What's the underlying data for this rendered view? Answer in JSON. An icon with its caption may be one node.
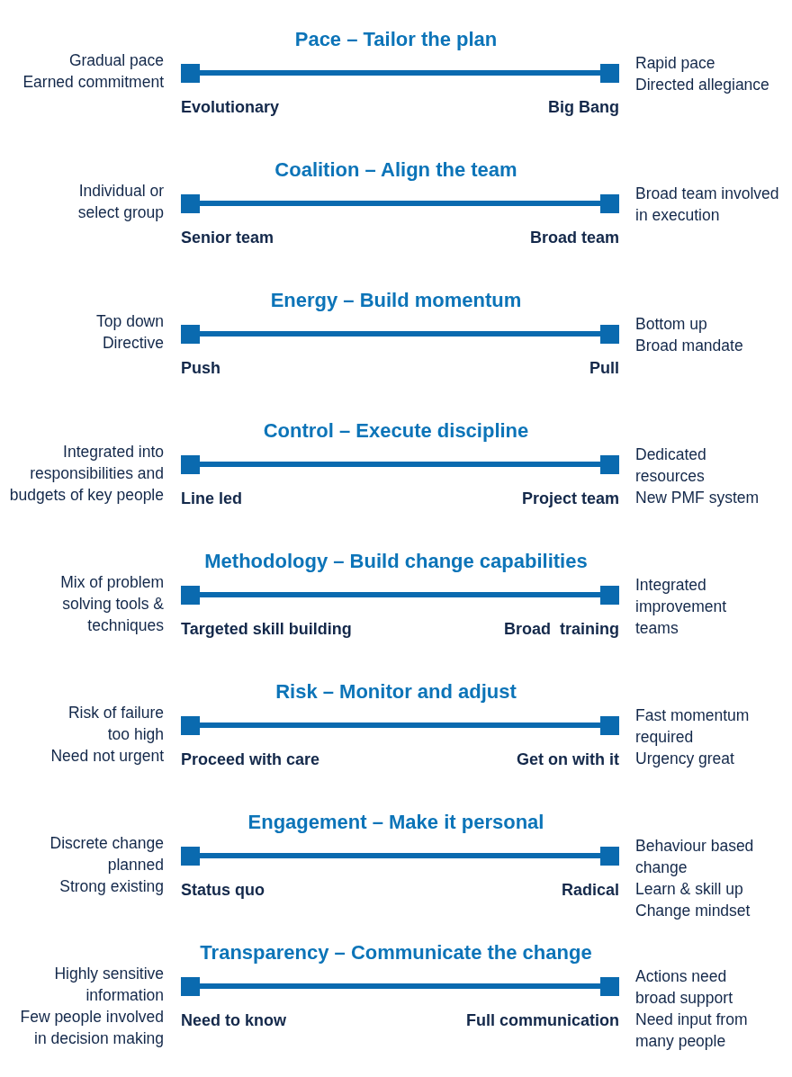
{
  "diagram": {
    "nodes": [
      {
        "text": [
          "Evolutionary"
        ],
        "beside": [
          "Gradual pace",
          "Earned commitment"
        ]
      },
      {
        "text": [
          "Big Bang"
        ],
        "beside": [
          "Rapid pace",
          "Directed allegiance"
        ]
      },
      {
        "text": [
          "Senior team"
        ],
        "beside": [
          "Individual or select group"
        ]
      },
      {
        "text": [
          "Broad team"
        ],
        "beside": [
          "Broad team involved in execution"
        ]
      },
      {
        "text": [
          "Push"
        ],
        "beside": [
          "Top down",
          "Directive"
        ]
      },
      {
        "text": [
          "Pull"
        ],
        "beside": [
          "Bottom up",
          "Broad mandate"
        ]
      },
      {
        "text": [
          "Line led"
        ],
        "beside": [
          "Integrated into responsibilities and budgets of key people"
        ]
      },
      {
        "text": [
          "Project team"
        ],
        "beside": [
          "Dedicated resources",
          "New PMF system"
        ]
      },
      {
        "text": [
          "Targeted skill building"
        ],
        "beside": [
          "Mix of problem solving tools & techniques"
        ]
      },
      {
        "text": [
          "Broad  training"
        ],
        "beside": [
          "Integrated improvement teams"
        ]
      },
      {
        "text": [
          "Proceed with care"
        ],
        "beside": [
          "Risk of failure too high",
          "Need not urgent"
        ]
      },
      {
        "text": [
          "Get on with it"
        ],
        "beside": [
          "Fast momentum required",
          "Urgency great"
        ]
      },
      {
        "text": [
          "Status quo"
        ],
        "beside": [
          "Discrete change planned",
          "Strong existing"
        ]
      },
      {
        "text": [
          "Radical"
        ],
        "beside": [
          "Behaviour based change",
          "Learn & skill up",
          "Change mindset"
        ]
      },
      {
        "text": [
          "Need to know"
        ],
        "beside": [
          "Highly sensitive information",
          "Few people involved in decision making"
        ]
      },
      {
        "text": [
          "Full communication"
        ],
        "beside": [
          "Actions need broad support",
          "Need input from many people"
        ]
      }
    ],
    "edges": [
      {
        "from": 0,
        "to": 1,
        "arrow": "none"
      },
      {
        "from": 2,
        "to": 3,
        "arrow": "none"
      },
      {
        "from": 4,
        "to": 5,
        "arrow": "none"
      },
      {
        "from": 6,
        "to": 7,
        "arrow": "none"
      },
      {
        "from": 8,
        "to": 9,
        "arrow": "none"
      },
      {
        "from": 10,
        "to": 11,
        "arrow": "none"
      },
      {
        "from": 12,
        "to": 13,
        "arrow": "none"
      },
      {
        "from": 14,
        "to": 15,
        "arrow": "none"
      }
    ],
    "labels": [
      "Pace – Tailor the plan",
      "Coalition – Align the team",
      "Energy – Build momentum",
      "Control – Execute discipline",
      "Methodology – Build change capabilities",
      "Risk – Monitor and adjust",
      "Engagement – Make it personal",
      "Transparency – Communicate the change"
    ]
  }
}
